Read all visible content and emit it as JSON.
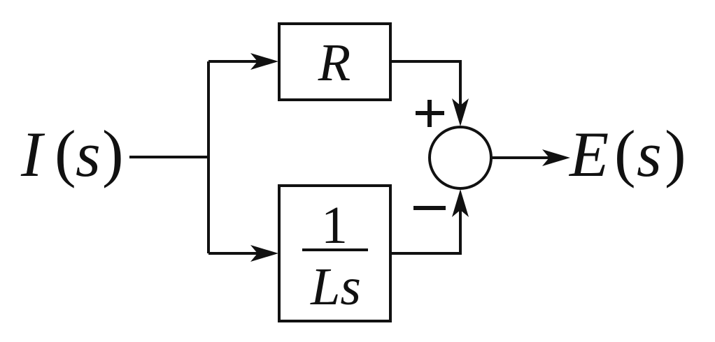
{
  "diagram": {
    "type": "block-diagram",
    "input": {
      "symbol": "I",
      "arg": "s",
      "open": "(",
      "close": ")"
    },
    "output": {
      "symbol": "E",
      "arg": "s",
      "open": "(",
      "close": ")"
    },
    "blocks": [
      {
        "id": "R",
        "label": "R"
      },
      {
        "id": "inv-Ls",
        "numerator": "1",
        "denominator": "Ls"
      }
    ],
    "summing_junction": {
      "inputs": [
        {
          "from": "R",
          "sign": "+"
        },
        {
          "from": "inv-Ls",
          "sign": "−"
        }
      ]
    },
    "colors": {
      "stroke": "#111111",
      "background": "#ffffff"
    }
  }
}
